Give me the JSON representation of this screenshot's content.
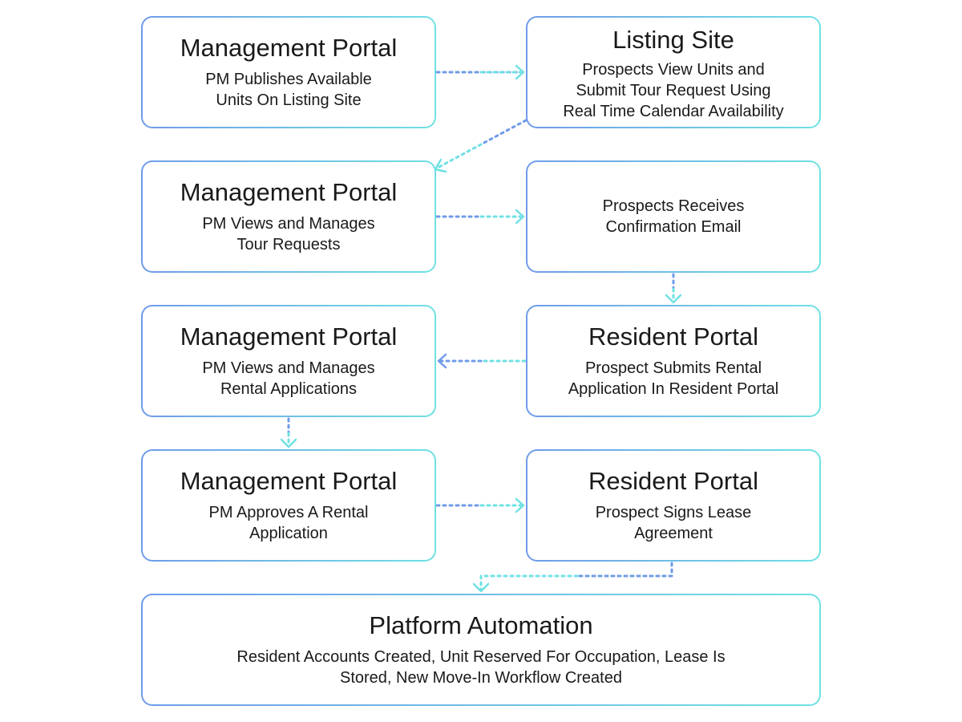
{
  "colors": {
    "gradient_start": "#6f9be9",
    "gradient_end": "#6fe1e3",
    "text": "#1a1a1a",
    "background": "#ffffff"
  },
  "nodes": [
    {
      "title": "Management Portal",
      "description": "PM Publishes Available\nUnits On Listing Site"
    },
    {
      "title": "Listing Site",
      "description": "Prospects View Units and\nSubmit Tour Request Using\nReal Time Calendar Availability"
    },
    {
      "title": "Management Portal",
      "description": "PM Views and Manages\nTour Requests"
    },
    {
      "title": "",
      "description": "Prospects Receives\nConfirmation Email"
    },
    {
      "title": "Management Portal",
      "description": "PM Views and Manages\nRental Applications"
    },
    {
      "title": "Resident Portal",
      "description": "Prospect Submits Rental\nApplication In Resident Portal"
    },
    {
      "title": "Management Portal",
      "description": "PM Approves A Rental\nApplication"
    },
    {
      "title": "Resident Portal",
      "description": "Prospect Signs Lease\nAgreement"
    },
    {
      "title": "Platform Automation",
      "description": "Resident Accounts Created, Unit Reserved For Occupation, Lease Is\nStored, New Move-In Workflow Created"
    }
  ],
  "edges": [
    {
      "from": 1,
      "to": 2
    },
    {
      "from": 2,
      "to": 3
    },
    {
      "from": 3,
      "to": 4
    },
    {
      "from": 4,
      "to": 6
    },
    {
      "from": 6,
      "to": 5
    },
    {
      "from": 5,
      "to": 7
    },
    {
      "from": 7,
      "to": 8
    },
    {
      "from": 8,
      "to": 9
    }
  ]
}
